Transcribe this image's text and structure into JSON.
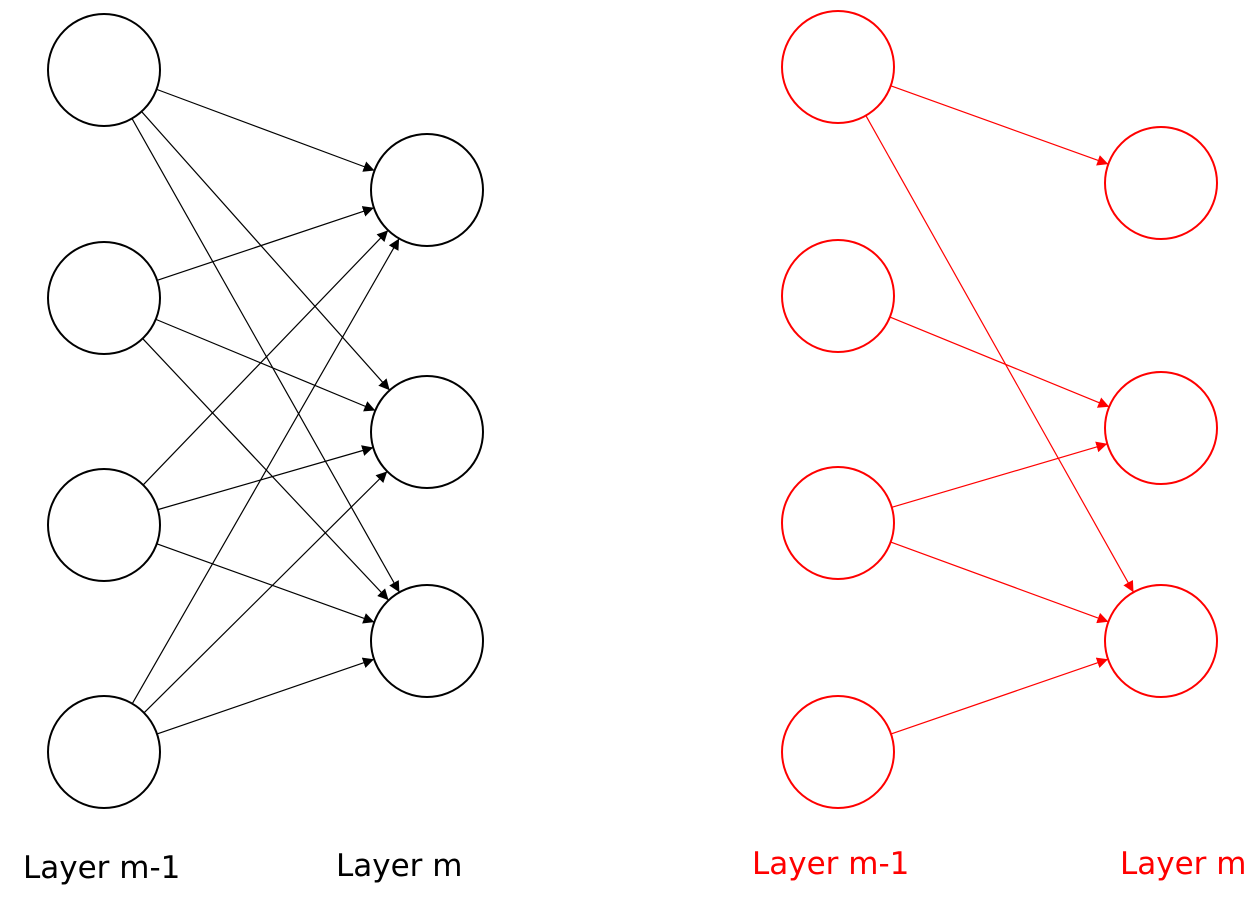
{
  "networks": [
    {
      "id": "dense",
      "color": "#000000",
      "prev_label": "Layer m-1",
      "curr_label": "Layer m",
      "prev_count": 4,
      "curr_count": 3,
      "edges": [
        [
          0,
          0
        ],
        [
          0,
          1
        ],
        [
          0,
          2
        ],
        [
          1,
          0
        ],
        [
          1,
          1
        ],
        [
          1,
          2
        ],
        [
          2,
          0
        ],
        [
          2,
          1
        ],
        [
          2,
          2
        ],
        [
          3,
          0
        ],
        [
          3,
          1
        ],
        [
          3,
          2
        ]
      ]
    },
    {
      "id": "sparse",
      "color": "#ff0000",
      "prev_label": "Layer m-1",
      "curr_label": "Layer m",
      "prev_count": 4,
      "curr_count": 3,
      "edges": [
        [
          0,
          0
        ],
        [
          0,
          2
        ],
        [
          1,
          1
        ],
        [
          2,
          1
        ],
        [
          2,
          2
        ],
        [
          3,
          2
        ]
      ]
    }
  ]
}
